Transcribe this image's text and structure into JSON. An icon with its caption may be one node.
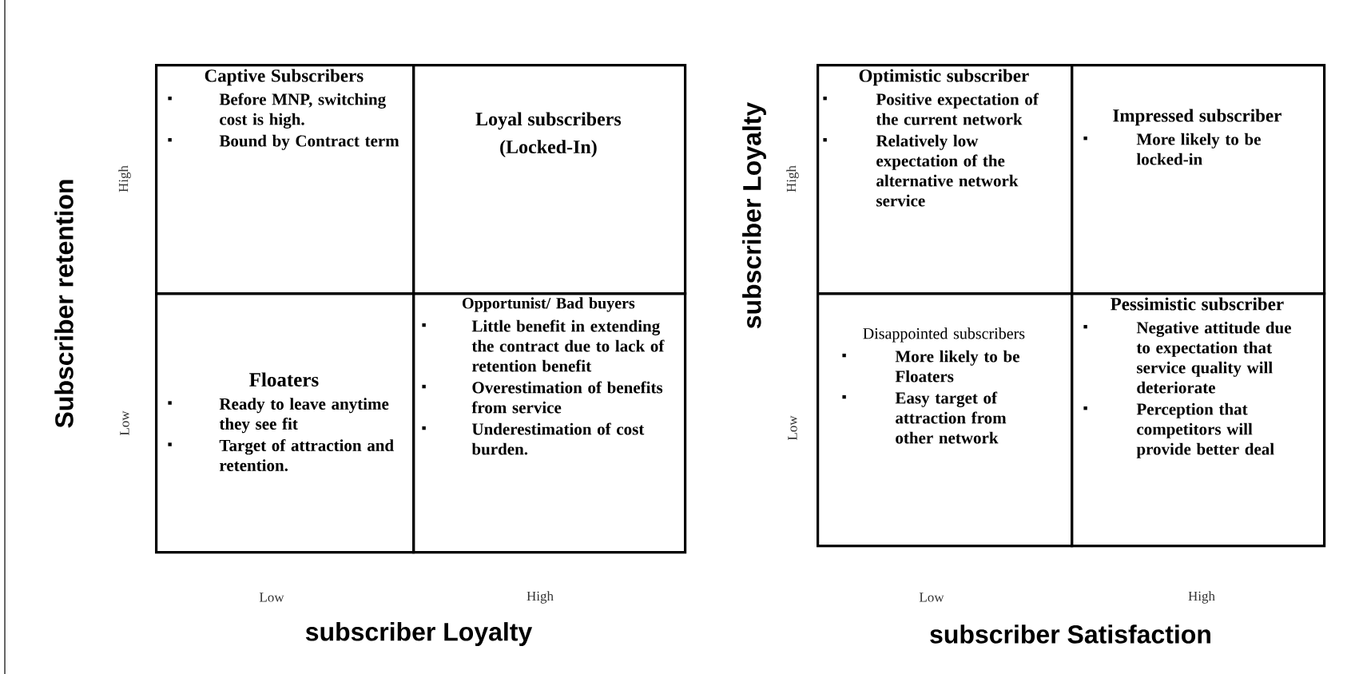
{
  "diagram": {
    "nodes": [
      {
        "text": [
          "Captive Subscribers",
          "Before MNP, switching cost is high.",
          "Bound by Contract term"
        ]
      },
      {
        "text": [
          "Loyal subscribers (Locked-In)"
        ]
      },
      {
        "text": [
          "Floaters",
          "Ready to leave anytime they see fit",
          "Target of attraction and retention."
        ]
      },
      {
        "text": [
          "Opportunist/ Bad buyers",
          "Little benefit in extending the contract due to lack of retention benefit",
          "Overestimation of benefits from service",
          "Underestimation of cost burden."
        ]
      },
      {
        "text": [
          "Optimistic subscriber",
          "Positive expectation of the current network",
          "Relatively low expectation of the alternative network service"
        ]
      },
      {
        "text": [
          "Impressed subscriber",
          "More likely to be locked-in"
        ]
      },
      {
        "text": [
          "Disappointed subscribers",
          "More likely to be Floaters",
          "Easy target of attraction from other network"
        ]
      },
      {
        "text": [
          "Pessimistic subscriber",
          "Negative attitude due to  expectation that service quality will deteriorate",
          "Perception that competitors will provide better deal"
        ]
      }
    ],
    "labels": [
      "Subscriber retention",
      "High",
      "Low",
      "subscriber Loyalty",
      "High",
      "Low",
      "Low",
      "High",
      "subscriber Loyalty",
      "Low",
      "High",
      "subscriber Satisfaction"
    ]
  }
}
